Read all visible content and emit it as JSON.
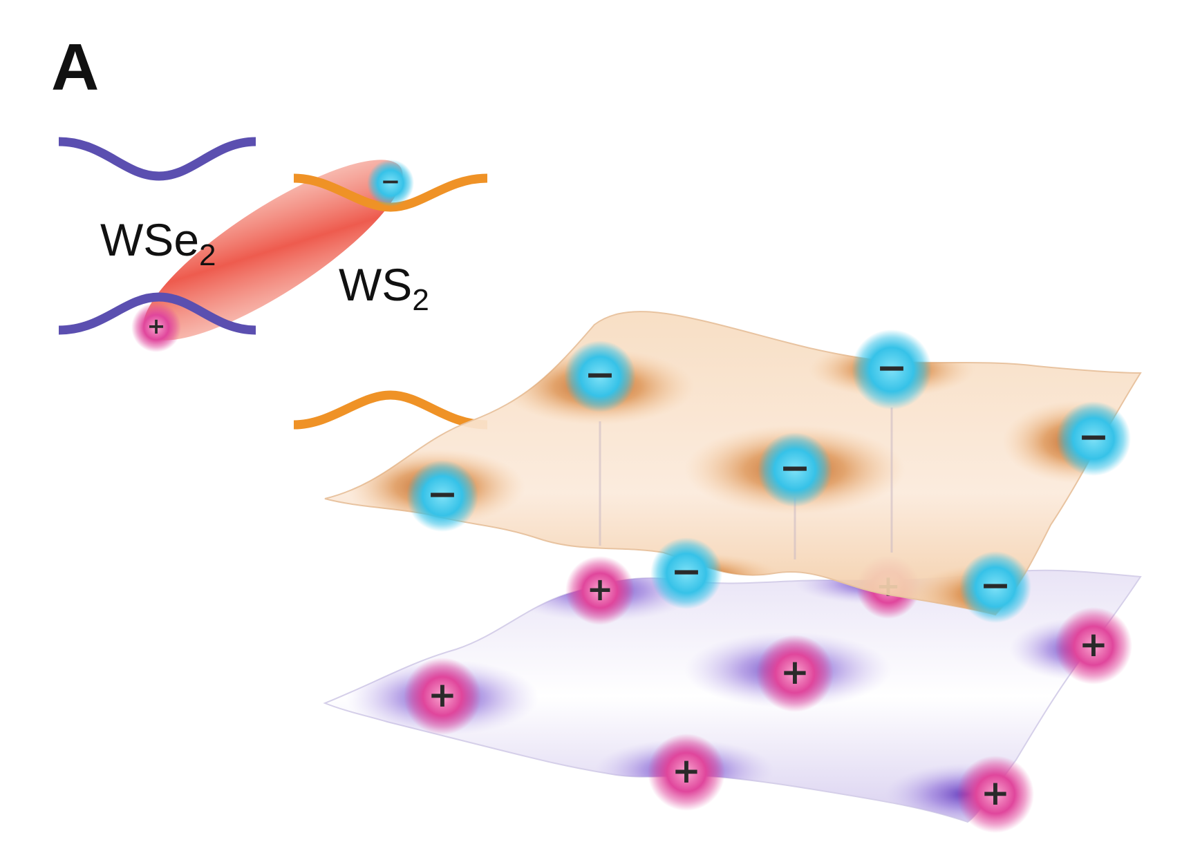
{
  "panel_label": "A",
  "materials": {
    "top": {
      "base": "WSe",
      "subscript": "2"
    },
    "bottom": {
      "base": "WS",
      "subscript": "2"
    }
  },
  "charges": {
    "electron": "−",
    "hole": "+"
  },
  "colors": {
    "wse2_band": "#5b4fb0",
    "ws2_band": "#ef9226",
    "electron": "#36c2e8",
    "hole": "#e0469c",
    "exciton": "#ee5b4e",
    "top_sheet_dark": "#c8702a",
    "bottom_sheet_dark": "#6c3fc4"
  }
}
